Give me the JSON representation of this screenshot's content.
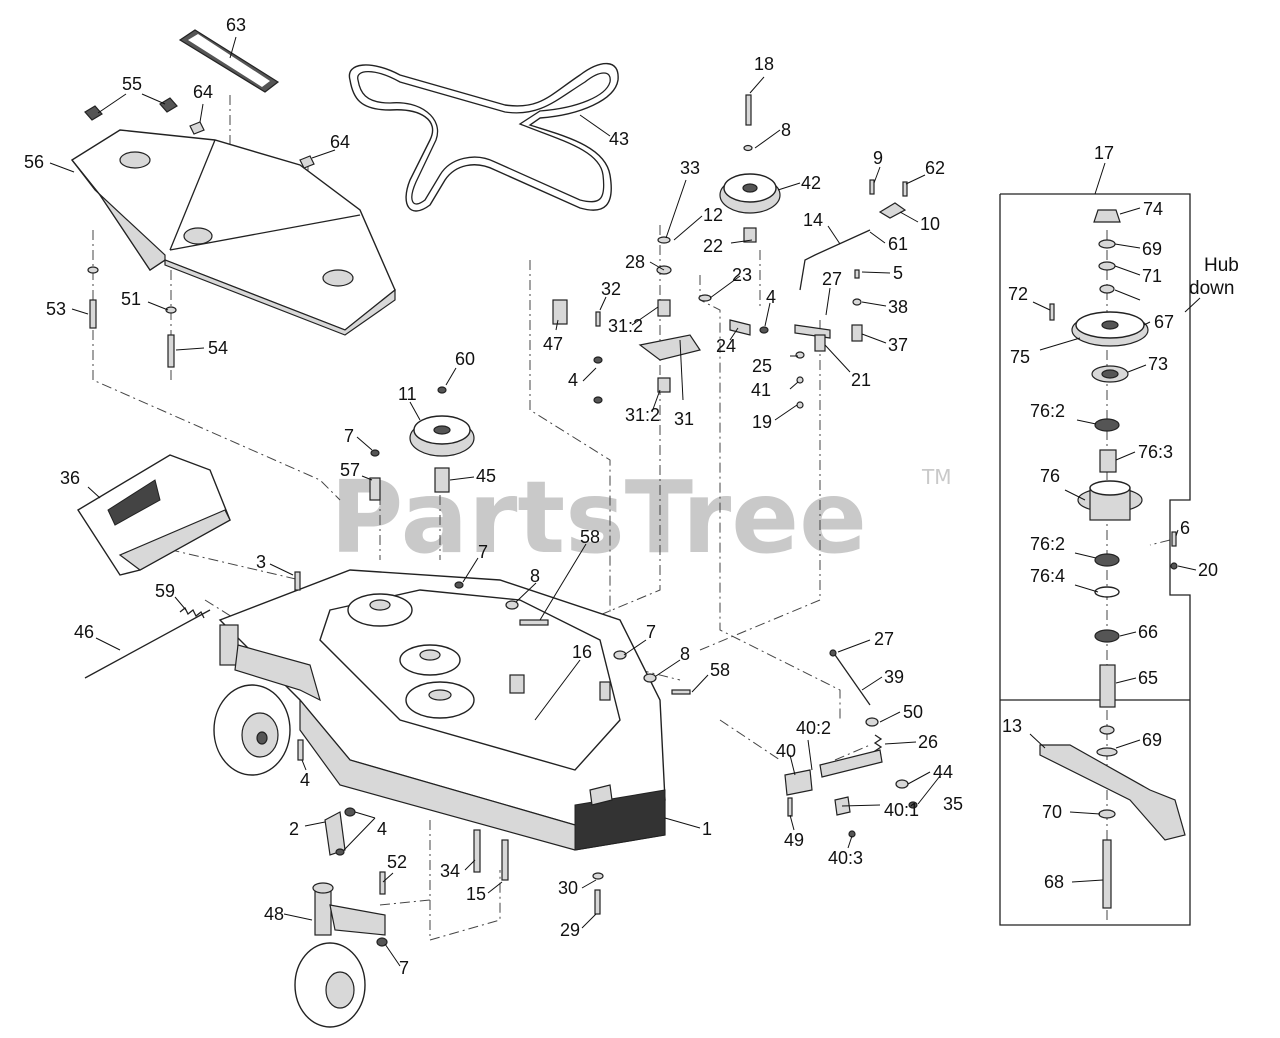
{
  "watermark": {
    "text": "PartsTree",
    "tm": "TM"
  },
  "hub_note": {
    "line1": "Hub",
    "line2": "down"
  },
  "labels": [
    {
      "id": "63",
      "text": "63"
    },
    {
      "id": "55",
      "text": "55"
    },
    {
      "id": "64a",
      "text": "64"
    },
    {
      "id": "64b",
      "text": "64"
    },
    {
      "id": "56",
      "text": "56"
    },
    {
      "id": "51",
      "text": "51"
    },
    {
      "id": "53",
      "text": "53"
    },
    {
      "id": "54",
      "text": "54"
    },
    {
      "id": "43",
      "text": "43"
    },
    {
      "id": "18",
      "text": "18"
    },
    {
      "id": "8a",
      "text": "8"
    },
    {
      "id": "42",
      "text": "42"
    },
    {
      "id": "33",
      "text": "33"
    },
    {
      "id": "12",
      "text": "12"
    },
    {
      "id": "22",
      "text": "22"
    },
    {
      "id": "28",
      "text": "28"
    },
    {
      "id": "32",
      "text": "32"
    },
    {
      "id": "31_2a",
      "text": "31:2"
    },
    {
      "id": "47",
      "text": "47"
    },
    {
      "id": "4a",
      "text": "4"
    },
    {
      "id": "31_2b",
      "text": "31:2"
    },
    {
      "id": "31",
      "text": "31"
    },
    {
      "id": "23",
      "text": "23"
    },
    {
      "id": "24",
      "text": "24"
    },
    {
      "id": "4b",
      "text": "4"
    },
    {
      "id": "25",
      "text": "25"
    },
    {
      "id": "41",
      "text": "41"
    },
    {
      "id": "19",
      "text": "19"
    },
    {
      "id": "9",
      "text": "9"
    },
    {
      "id": "62",
      "text": "62"
    },
    {
      "id": "10",
      "text": "10"
    },
    {
      "id": "14",
      "text": "14"
    },
    {
      "id": "61",
      "text": "61"
    },
    {
      "id": "27a",
      "text": "27"
    },
    {
      "id": "5",
      "text": "5"
    },
    {
      "id": "38",
      "text": "38"
    },
    {
      "id": "37",
      "text": "37"
    },
    {
      "id": "21",
      "text": "21"
    },
    {
      "id": "17",
      "text": "17"
    },
    {
      "id": "74",
      "text": "74"
    },
    {
      "id": "69a",
      "text": "69"
    },
    {
      "id": "71",
      "text": "71"
    },
    {
      "id": "72",
      "text": "72"
    },
    {
      "id": "67",
      "text": "67"
    },
    {
      "id": "75",
      "text": "75"
    },
    {
      "id": "73",
      "text": "73"
    },
    {
      "id": "76_2a",
      "text": "76:2"
    },
    {
      "id": "76_3",
      "text": "76:3"
    },
    {
      "id": "76",
      "text": "76"
    },
    {
      "id": "6",
      "text": "6"
    },
    {
      "id": "20",
      "text": "20"
    },
    {
      "id": "76_2b",
      "text": "76:2"
    },
    {
      "id": "76_4",
      "text": "76:4"
    },
    {
      "id": "66",
      "text": "66"
    },
    {
      "id": "65",
      "text": "65"
    },
    {
      "id": "13",
      "text": "13"
    },
    {
      "id": "69b",
      "text": "69"
    },
    {
      "id": "70",
      "text": "70"
    },
    {
      "id": "68",
      "text": "68"
    },
    {
      "id": "60",
      "text": "60"
    },
    {
      "id": "11",
      "text": "11"
    },
    {
      "id": "7a",
      "text": "7"
    },
    {
      "id": "57",
      "text": "57"
    },
    {
      "id": "45",
      "text": "45"
    },
    {
      "id": "36",
      "text": "36"
    },
    {
      "id": "3",
      "text": "3"
    },
    {
      "id": "7b",
      "text": "7"
    },
    {
      "id": "58a",
      "text": "58"
    },
    {
      "id": "8b",
      "text": "8"
    },
    {
      "id": "59",
      "text": "59"
    },
    {
      "id": "46",
      "text": "46"
    },
    {
      "id": "16",
      "text": "16"
    },
    {
      "id": "7c",
      "text": "7"
    },
    {
      "id": "8c",
      "text": "8"
    },
    {
      "id": "58b",
      "text": "58"
    },
    {
      "id": "27b",
      "text": "27"
    },
    {
      "id": "39",
      "text": "39"
    },
    {
      "id": "50",
      "text": "50"
    },
    {
      "id": "26",
      "text": "26"
    },
    {
      "id": "40_2",
      "text": "40:2"
    },
    {
      "id": "40",
      "text": "40"
    },
    {
      "id": "44",
      "text": "44"
    },
    {
      "id": "35",
      "text": "35"
    },
    {
      "id": "40_1",
      "text": "40:1"
    },
    {
      "id": "49",
      "text": "49"
    },
    {
      "id": "40_3",
      "text": "40:3"
    },
    {
      "id": "4c",
      "text": "4"
    },
    {
      "id": "2",
      "text": "2"
    },
    {
      "id": "4d",
      "text": "4"
    },
    {
      "id": "1",
      "text": "1"
    },
    {
      "id": "34",
      "text": "34"
    },
    {
      "id": "15",
      "text": "15"
    },
    {
      "id": "30",
      "text": "30"
    },
    {
      "id": "29",
      "text": "29"
    },
    {
      "id": "52",
      "text": "52"
    },
    {
      "id": "48",
      "text": "48"
    },
    {
      "id": "7d",
      "text": "7"
    }
  ]
}
